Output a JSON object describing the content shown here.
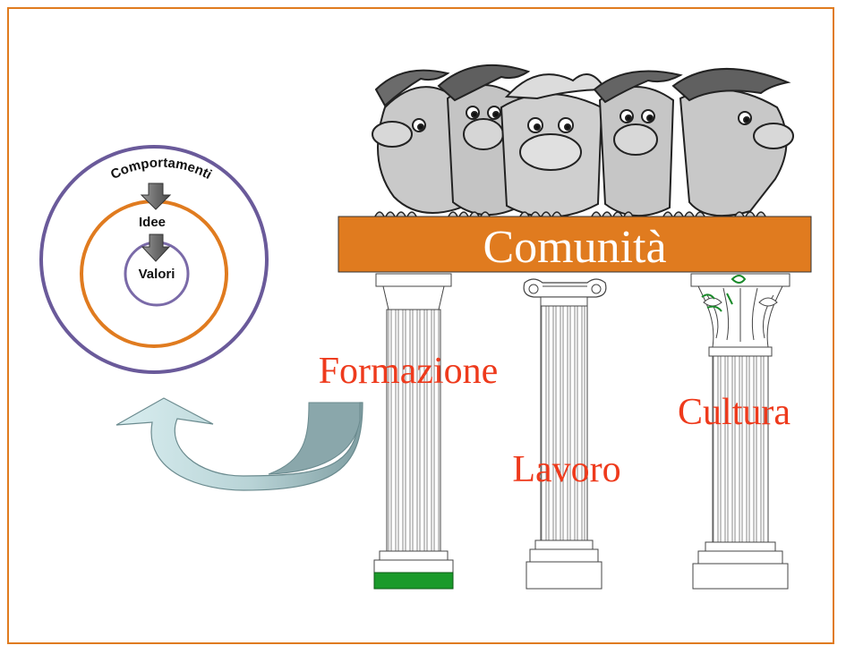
{
  "colors": {
    "frame_border": "#e07b1f",
    "beam_fill": "#e07b1f",
    "outer_ring": "#6a5a9a",
    "middle_ring": "#e07b1f",
    "inner_ring": "#7a6aa8",
    "pillar_label": "#ee3a1c",
    "beam_text": "#ffffff",
    "arrow_light": "#cfe7ea",
    "arrow_dark": "#8aa7ab",
    "base_green": "#1a9a2a"
  },
  "rings": {
    "outer_label": "Comportamenti",
    "middle_label": "Idee",
    "inner_label": "Valori"
  },
  "beam": {
    "label": "Comunità"
  },
  "pillars": [
    {
      "label": "Formazione"
    },
    {
      "label": "Lavoro"
    },
    {
      "label": "Cultura"
    }
  ],
  "icons": {
    "down_arrows": "arrow-down-icon",
    "curved_arrow": "curved-arrow-icon",
    "faces": "cartoon-face-icon",
    "pillars": "column-icon"
  }
}
